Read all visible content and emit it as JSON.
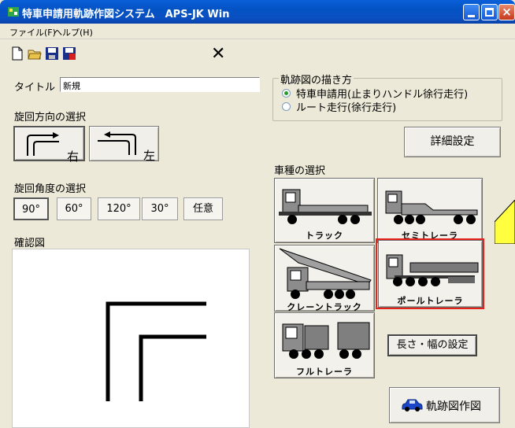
{
  "window": {
    "title": "特車申請用軌跡作図システム　APS-JK Win"
  },
  "menu": [
    "ファイル(F)",
    "ヘルプ(H)"
  ],
  "toolbar": {
    "close_label": "✕"
  },
  "title_field": {
    "label": "タイトル",
    "value": "新規"
  },
  "turn_direction": {
    "heading": "旋回方向の選択",
    "right_label": "右",
    "left_label": "左"
  },
  "turn_angle": {
    "heading": "旋回角度の選択",
    "options": [
      "90°",
      "60°",
      "120°",
      "30°",
      "任意"
    ],
    "selected": "90°"
  },
  "preview": {
    "heading": "確認図"
  },
  "drawing_method": {
    "heading": "軌跡図の描き方",
    "options": [
      "特車申請用(止まりハンドル徐行走行)",
      "ルート走行(徐行走行)"
    ],
    "selected_index": 0
  },
  "detail_button": "詳細設定",
  "vehicle": {
    "heading": "車種の選択",
    "types": [
      "トラック",
      "セミトレーラ",
      "クレーントラック",
      "ポールトレーラ",
      "フルトレーラ"
    ],
    "selected": "ポールトレーラ"
  },
  "size_button": "長さ・幅の設定",
  "draw_button": "軌跡図作図",
  "colors": {
    "titlebar": "#0a4fc0",
    "highlight": "#e8201a",
    "face": "#ece9d8"
  }
}
